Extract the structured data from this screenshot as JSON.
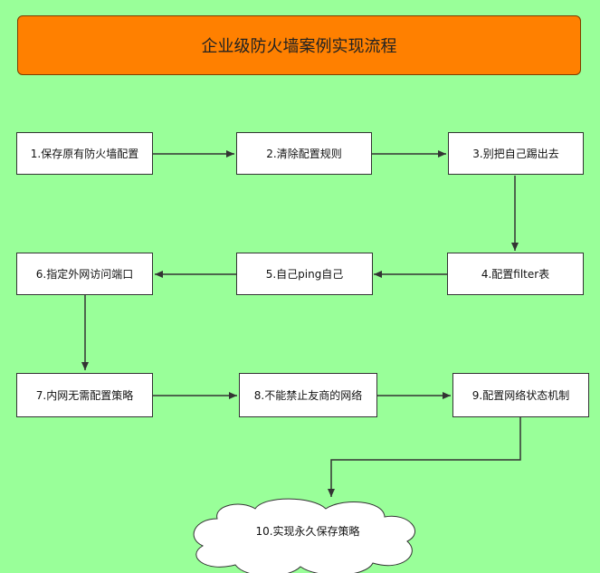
{
  "title": "企业级防火墙案例实现流程",
  "steps": [
    {
      "label": "1.保存原有防火墙配置"
    },
    {
      "label": "2.清除配置规则"
    },
    {
      "label": "3.别把自己踢出去"
    },
    {
      "label": "4.配置filter表"
    },
    {
      "label": "5.自己ping自己"
    },
    {
      "label": "6.指定外网访问端口"
    },
    {
      "label": "7.内网无需配置策略"
    },
    {
      "label": "8.不能禁止友商的网络"
    },
    {
      "label": "9.配置网络状态机制"
    },
    {
      "label": "10.实现永久保存策略"
    }
  ],
  "colors": {
    "background": "#99FF99",
    "title_fill": "#FF8000",
    "node_fill": "#FFFFFF",
    "edge": "#333333"
  }
}
